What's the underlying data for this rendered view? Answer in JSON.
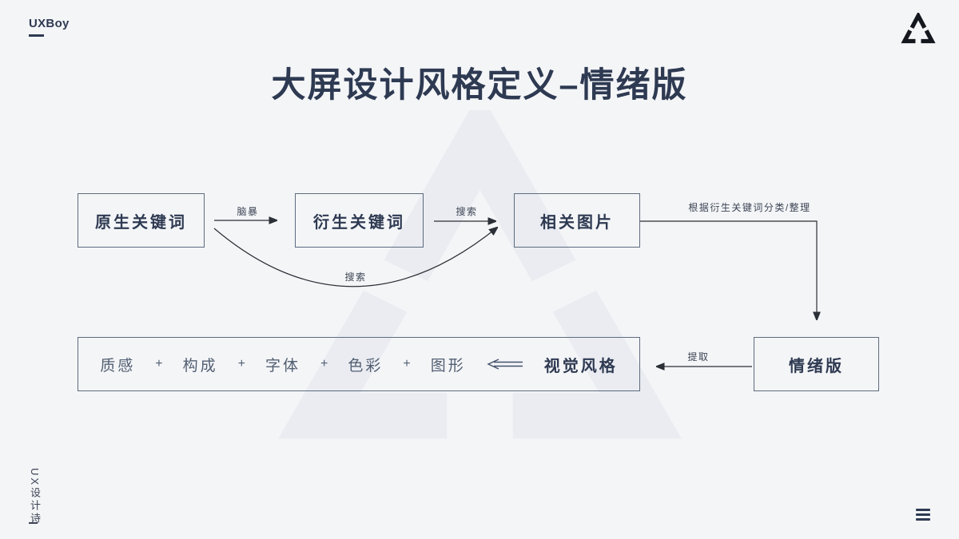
{
  "page": {
    "brand": "UXBoy",
    "title": "大屏设计风格定义–情绪版",
    "footer_vertical": "UX设计诗"
  },
  "colors": {
    "background": "#f4f5f7",
    "watermark": "#eaecf1",
    "ink": "#2e3a52",
    "box_border": "#5d6b7e",
    "muted_text": "#525f73",
    "line": "#2b2f36",
    "label_text": "#3b4454"
  },
  "flow": {
    "nodes": [
      {
        "id": "original-keywords",
        "label": "原生关键词"
      },
      {
        "id": "derived-keywords",
        "label": "衍生关键词"
      },
      {
        "id": "related-images",
        "label": "相关图片"
      },
      {
        "id": "moodboard",
        "label": "情绪版"
      }
    ],
    "edges": [
      {
        "id": "brainstorm",
        "label": "脑暴",
        "from": "原生关键词",
        "to": "衍生关键词"
      },
      {
        "id": "search-straight",
        "label": "搜索",
        "from": "衍生关键词",
        "to": "相关图片"
      },
      {
        "id": "search-curved",
        "label": "搜索",
        "from": "原生关键词",
        "to": "相关图片"
      },
      {
        "id": "classify",
        "label": "根据衍生关键词分类/整理",
        "from": "相关图片",
        "to": "情绪版"
      },
      {
        "id": "extract",
        "label": "提取",
        "from": "情绪版",
        "to": "视觉风格"
      }
    ],
    "visual_box": {
      "items": [
        "质感",
        "构成",
        "字体",
        "色彩",
        "图形"
      ],
      "plus": "+",
      "result_label": "视觉风格"
    }
  }
}
